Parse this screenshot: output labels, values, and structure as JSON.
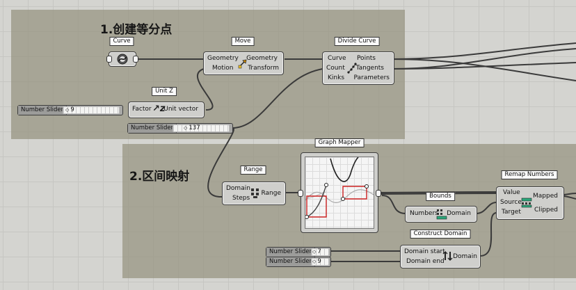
{
  "groups": [
    {
      "title": "1.创建等分点"
    },
    {
      "title": "2.区间映射"
    }
  ],
  "components": {
    "curve": {
      "label": "Curve"
    },
    "move": {
      "label": "Move",
      "inputs": [
        "Geometry",
        "Motion"
      ],
      "outputs": [
        "Geometry",
        "Transform"
      ]
    },
    "divide_curve": {
      "label": "Divide Curve",
      "inputs": [
        "Curve",
        "Count",
        "Kinks"
      ],
      "outputs": [
        "Points",
        "Tangents",
        "Parameters"
      ]
    },
    "unit_z": {
      "label": "Unit Z",
      "inputs": [
        "Factor"
      ],
      "outputs": [
        "Unit vector"
      ]
    },
    "range": {
      "label": "Range",
      "inputs": [
        "Domain",
        "Steps"
      ],
      "outputs": [
        "Range"
      ]
    },
    "graph_mapper": {
      "label": "Graph Mapper"
    },
    "bounds": {
      "label": "Bounds",
      "inputs": [
        "Numbers"
      ],
      "outputs": [
        "Domain"
      ]
    },
    "remap_numbers": {
      "label": "Remap Numbers",
      "inputs": [
        "Value",
        "Source",
        "Target"
      ],
      "outputs": [
        "Mapped",
        "Clipped"
      ]
    },
    "construct_domain": {
      "label": "Construct Domain",
      "inputs": [
        "Domain start",
        "Domain end"
      ],
      "outputs": [
        "Domain"
      ]
    }
  },
  "sliders": [
    {
      "name": "Number Slider",
      "value": "9"
    },
    {
      "name": "Number Slider",
      "value": "137"
    },
    {
      "name": "Number Slider",
      "value": "7"
    },
    {
      "name": "Number Slider",
      "value": "9"
    }
  ],
  "icons": {
    "curve": "curve-param-icon",
    "move": "move-icon",
    "divide_curve": "divide-curve-icon",
    "unit_z": "unit-z-icon",
    "range": "range-icon",
    "bounds": "bounds-icon",
    "remap": "remap-icon",
    "construct_domain": "construct-domain-icon"
  },
  "colors": {
    "group_fill": "#96937f",
    "wire": "#3a3a3a",
    "component": "#cfcfcc",
    "graph_curve": "#222222",
    "graph_handle": "#cc2222"
  }
}
